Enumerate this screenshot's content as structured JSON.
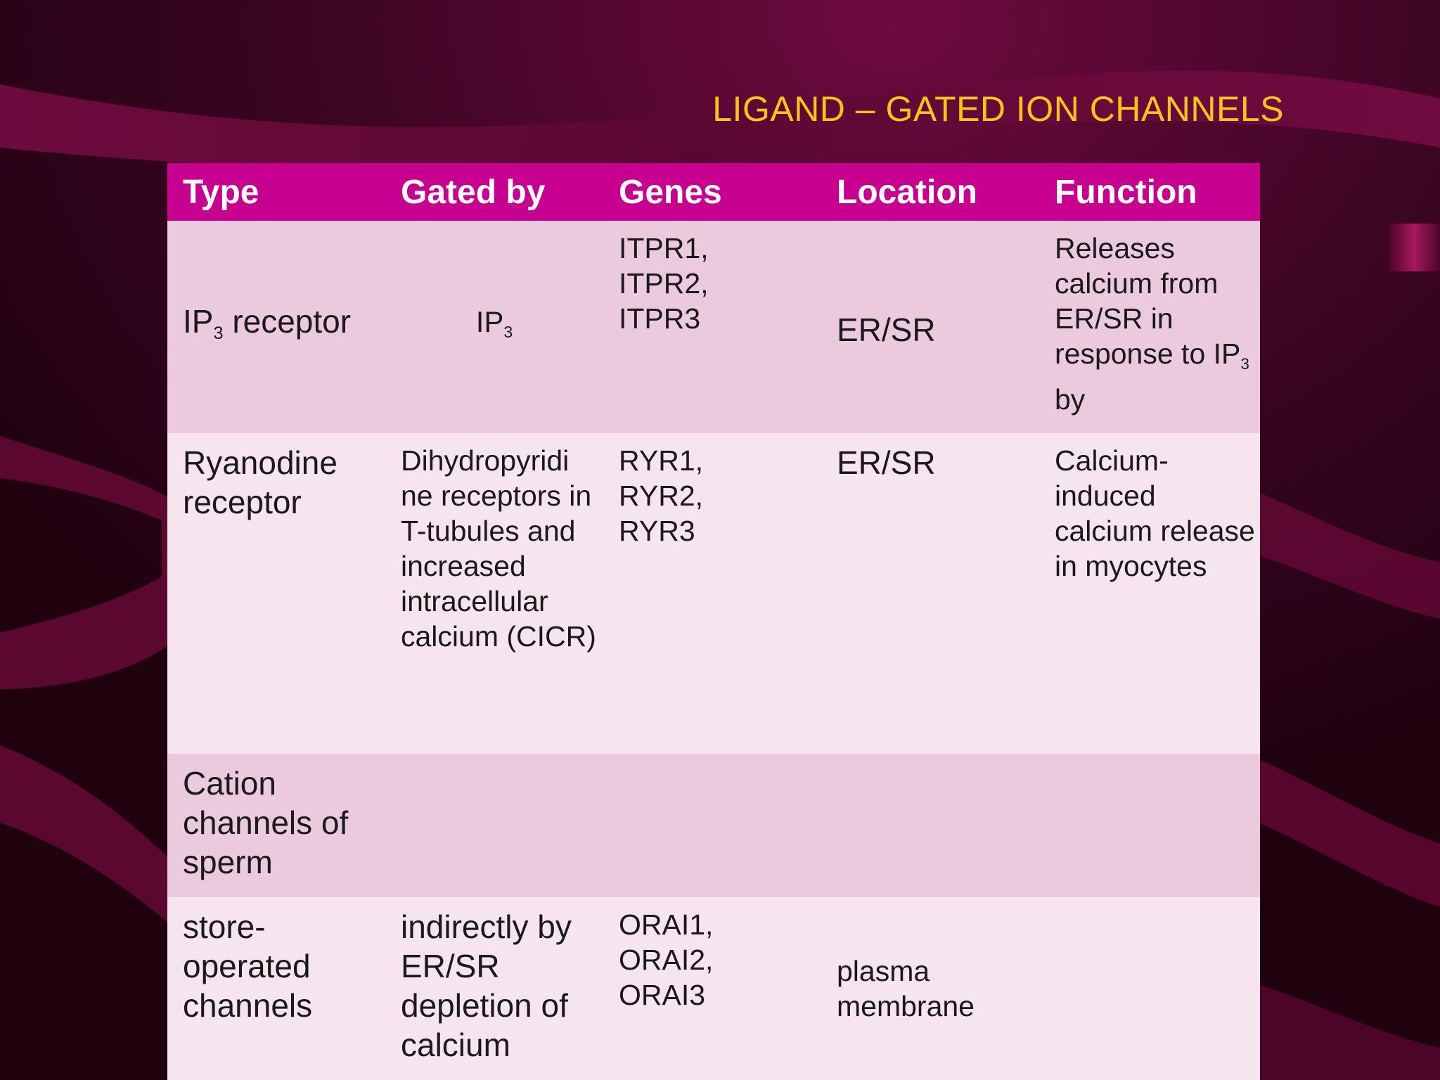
{
  "slide": {
    "title": "LIGAND – GATED ION CHANNELS",
    "colors": {
      "title": "#f5c518",
      "header": "#c8008f",
      "row_dark": "#ebcade",
      "row_light": "#f6e5ef",
      "background": "#2a0318"
    }
  },
  "table": {
    "headers": [
      "Type",
      "Gated by",
      "Genes",
      "Location",
      "Function"
    ],
    "rows": [
      {
        "type": {
          "pre": "IP",
          "sub": "3",
          "post": " receptor"
        },
        "gated_by": {
          "pre": "IP",
          "sub": "3"
        },
        "genes": [
          "ITPR1,",
          "ITPR2,",
          "ITPR3"
        ],
        "location": "ER/SR",
        "function": {
          "text": "Releases calcium from ER/SR in response to ",
          "pre": "IP",
          "sub": "3",
          "post": " by"
        }
      },
      {
        "type": "Ryanodine receptor",
        "gated_by": "Dihydropyridi ne receptors in T-tubules and increased intracellular calcium (CICR)",
        "genes": [
          "RYR1,",
          "RYR2,",
          "RYR3"
        ],
        "location": "ER/SR",
        "function": "Calcium-induced calcium release in myocytes"
      },
      {
        "type": "Cation channels of sperm",
        "gated_by": "",
        "genes": [],
        "location": "",
        "function": ""
      },
      {
        "type": "store-operated channels",
        "gated_by": "indirectly by ER/SR depletion of calcium",
        "genes": [
          "ORAI1,",
          "ORAI2,",
          "ORAI3"
        ],
        "location": "plasma membrane",
        "function": ""
      }
    ]
  }
}
